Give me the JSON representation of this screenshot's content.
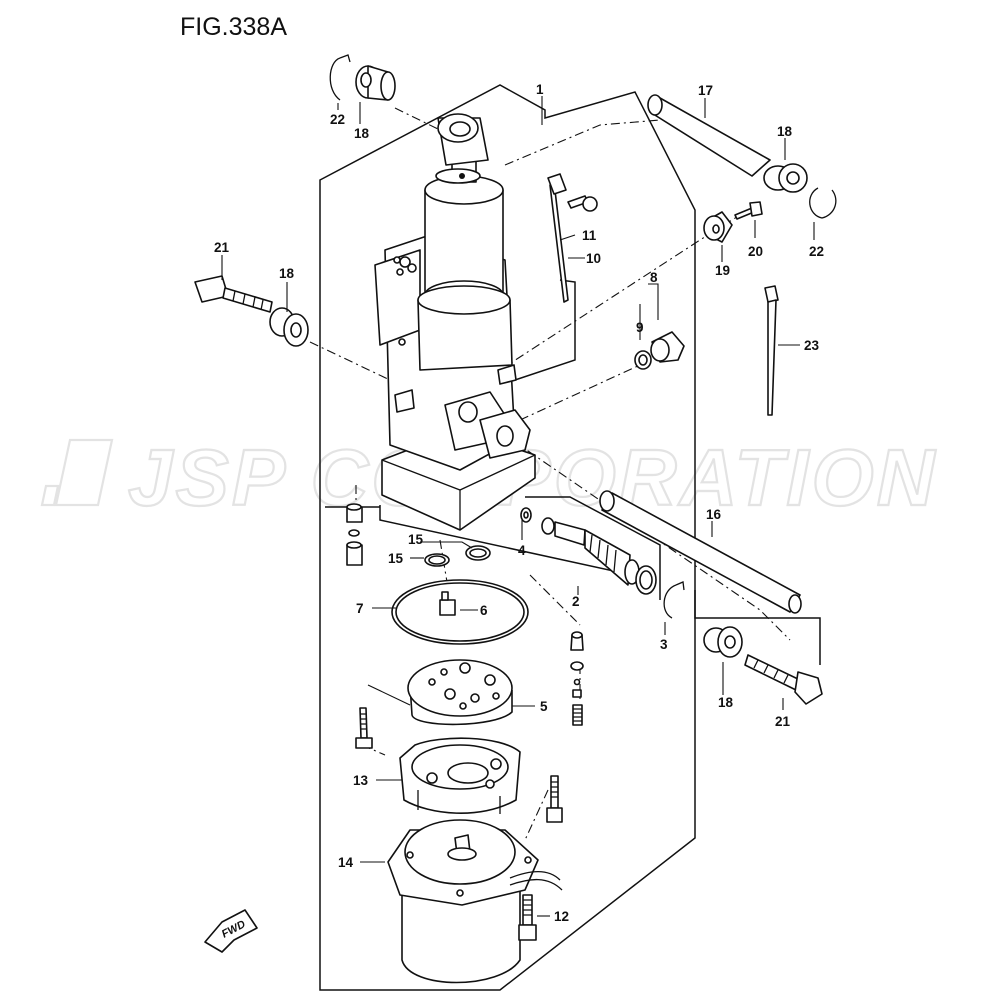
{
  "figure": {
    "title": "FIG.338A"
  },
  "watermark": {
    "text": "JSP CORPORATION"
  },
  "direction": {
    "label": "FWD",
    "icon": "fwd-arrow-icon"
  },
  "callouts": {
    "c1": "1",
    "c2": "2",
    "c3": "3",
    "c4": "4",
    "c5": "5",
    "c6": "6",
    "c7": "7",
    "c8": "8",
    "c9": "9",
    "c10": "10",
    "c11": "11",
    "c12": "12",
    "c13": "13",
    "c14": "14",
    "c15a": "15",
    "c15b": "15",
    "c16": "16",
    "c17": "17",
    "c18a": "18",
    "c18b": "18",
    "c18c": "18",
    "c18d": "18",
    "c19": "19",
    "c20": "20",
    "c21a": "21",
    "c21b": "21",
    "c22a": "22",
    "c22b": "22",
    "c23": "23"
  }
}
